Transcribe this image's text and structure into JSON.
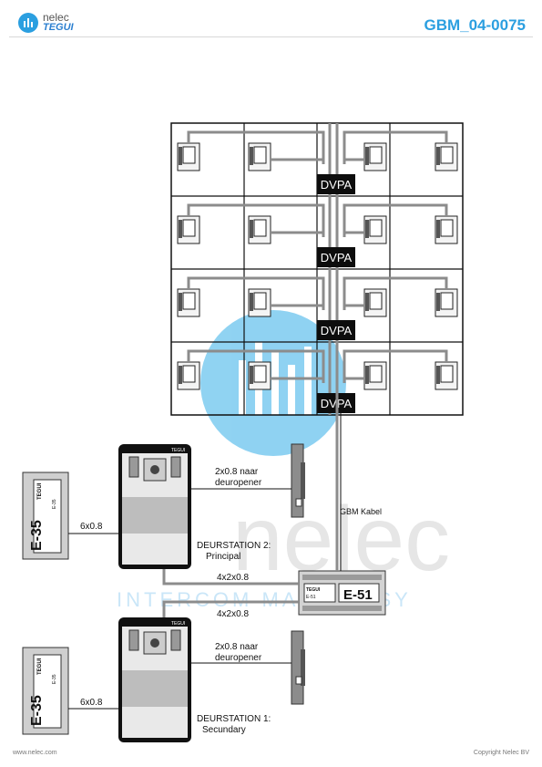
{
  "header": {
    "logo_line1": "nelec",
    "logo_line2": "TEGUI",
    "doc_code": "GBM_04-0075"
  },
  "grid": {
    "rows": 4,
    "cols": 4
  },
  "distributors": [
    "DVPA",
    "DVPA",
    "DVPA",
    "DVPA"
  ],
  "watermark": {
    "word": "nelec",
    "tagline": "INTERCOM MADE EASY"
  },
  "labels": {
    "lock_wire_top": "2x0.8 naar",
    "lock_wire_top_2": "deuropener",
    "lock_wire_bottom": "2x0.8 naar",
    "lock_wire_bottom_2": "deuropener",
    "bus_cable": "GBM Kabel",
    "station2_line1": "DEURSTATION 2:",
    "station2_line2": "Principal",
    "station1_line1": "DEURSTATION 1:",
    "station1_line2": "Secundary",
    "link_top": "4x2x0.8",
    "link_bottom": "4x2x0.8",
    "psu_wire_top": "6x0.8",
    "psu_wire_bottom": "6x0.8"
  },
  "devices": {
    "panel_brand": "TEGUI",
    "psu_model": "E-35",
    "psu_small": "E-35",
    "psu_brand": "TEGUI",
    "controller_model": "E-51",
    "controller_small": "E-51",
    "controller_brand": "TEGUI"
  },
  "footer": {
    "website": "www.nelec.com",
    "copyright": "Copyright Nelec BV"
  },
  "colors": {
    "accent": "#2b9fe0",
    "wire": "#8c8c8c",
    "line": "#111111"
  }
}
